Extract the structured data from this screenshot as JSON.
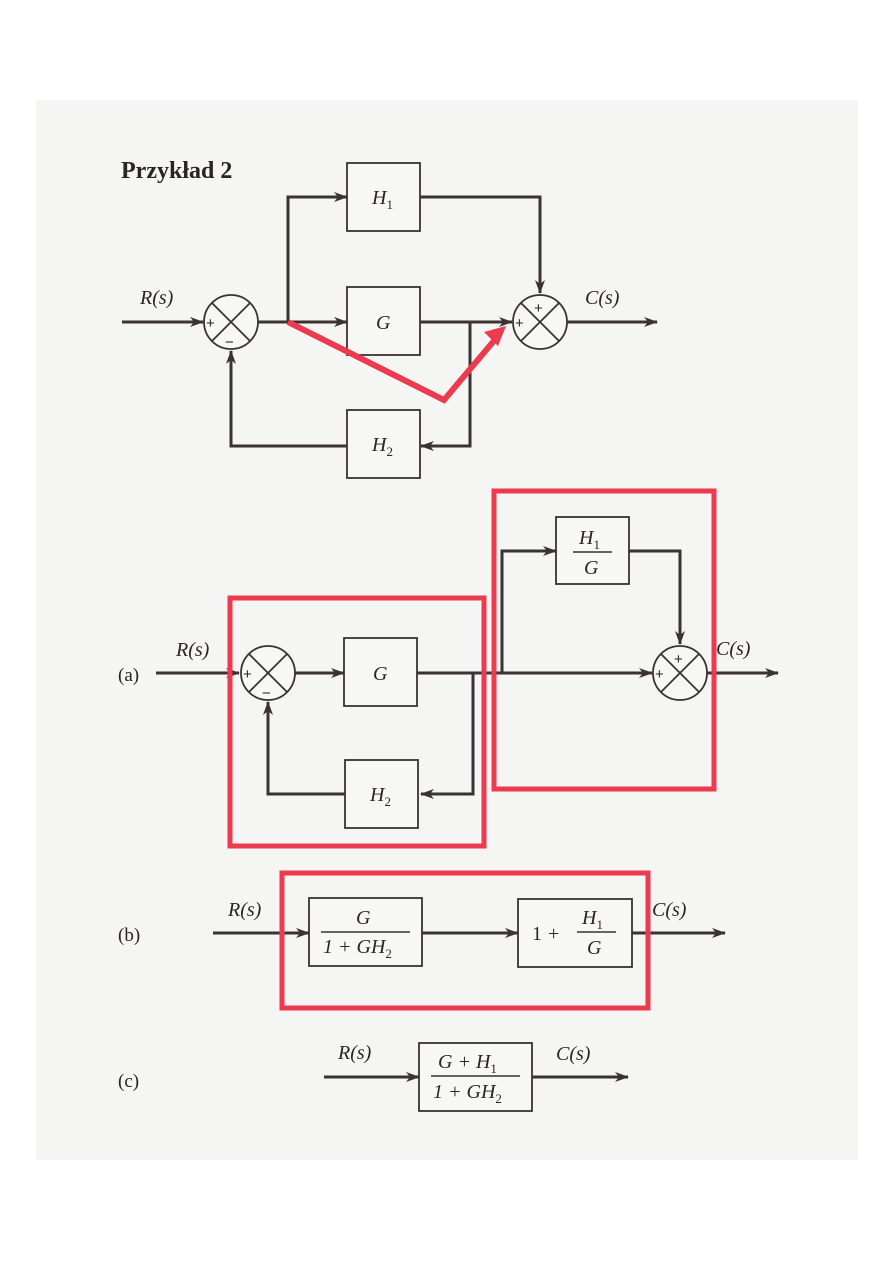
{
  "title": "Przykład 2",
  "signals": {
    "input": "R(s)",
    "output": "C(s)"
  },
  "blocks": {
    "g": "G",
    "h1": "H",
    "h2": "H",
    "h1_sub": "1",
    "h2_sub": "2",
    "one": "1",
    "plus": "+"
  },
  "expressions": {
    "one_plus_gh2": "1 + GH",
    "g_plus_h1": "G + H"
  },
  "signs": {
    "plus": "+",
    "minus": "−"
  },
  "stages": {
    "a": "(a)",
    "b": "(b)",
    "c": "(c)"
  },
  "colors": {
    "highlight": "#ec3b4e",
    "ink": "#3b3232",
    "background": "#f5f5f3"
  }
}
